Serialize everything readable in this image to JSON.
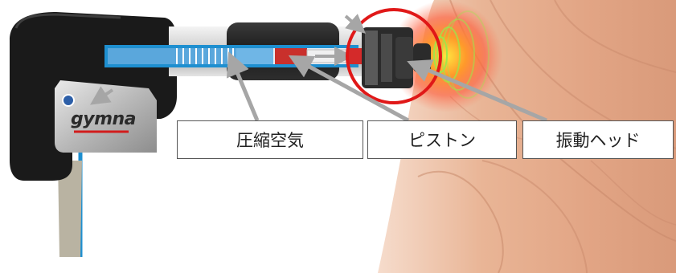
{
  "labels": {
    "compressed_air": "圧縮空気",
    "piston": "ピストン",
    "vibration_head": "振動ヘッド"
  },
  "brand": "gymna",
  "icons": {
    "logo": "gymna-logo-icon",
    "highlight": "red-circle-highlight"
  },
  "colors": {
    "air_tube": "#1e8fd0",
    "piston": "#d42a2a",
    "highlight": "#e01818",
    "shockwave": "#9be84a",
    "arrow": "#a6a6a6"
  }
}
